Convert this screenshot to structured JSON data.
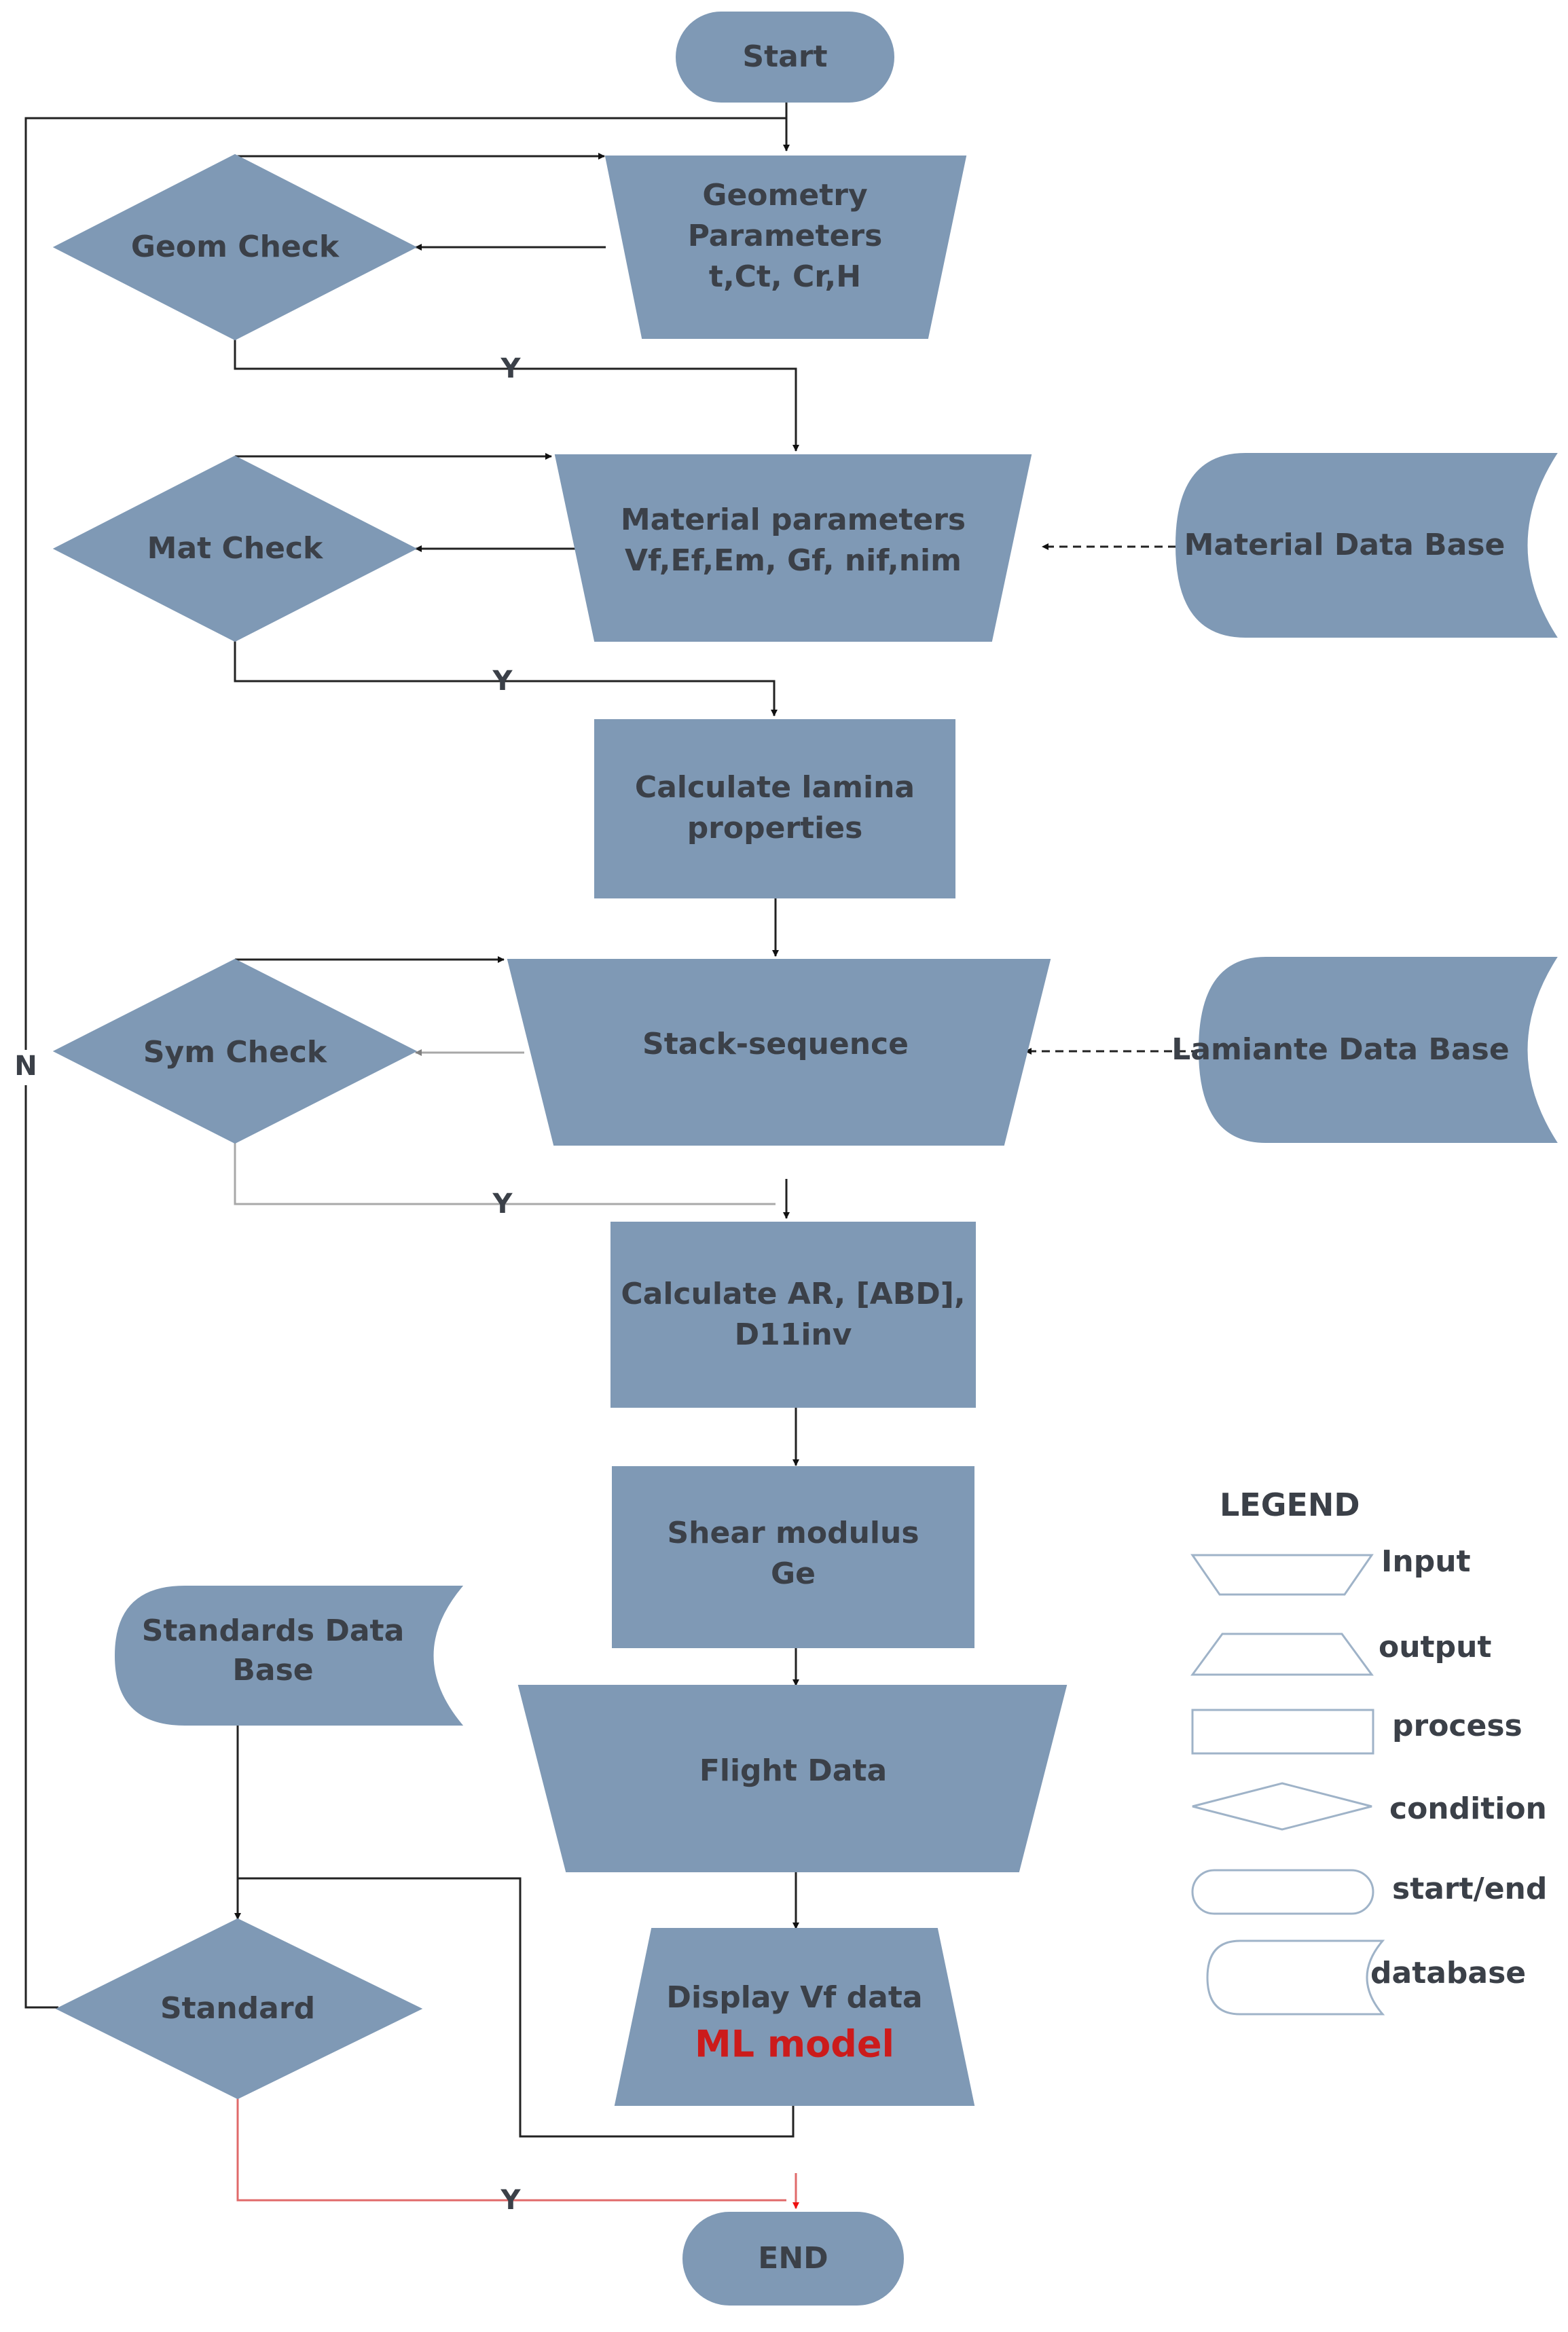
{
  "nodes": {
    "start": "Start",
    "geometry": [
      "Geometry",
      "Parameters",
      "t,Ct, Cr,H"
    ],
    "geom_check": "Geom Check",
    "material": [
      "Material parameters",
      "Vf,Ef,Em, Gf, nif,nim"
    ],
    "mat_check": "Mat Check",
    "material_db": "Material Data Base",
    "lamina": [
      "Calculate lamina",
      "properties"
    ],
    "stack": "Stack-sequence",
    "sym_check": "Sym Check",
    "laminate_db": "Lamiante Data Base",
    "abd": [
      "Calculate AR, [ABD],",
      "D11inv"
    ],
    "shear": [
      "Shear modulus",
      "Ge"
    ],
    "flight": "Flight Data",
    "standards_db": [
      "Standards Data",
      "Base"
    ],
    "standard": "Standard",
    "display": "Display Vf data",
    "ml_model": "ML model",
    "end": "END"
  },
  "edge_labels": {
    "yes": "Y",
    "no": "N"
  },
  "legend": {
    "title": "LEGEND",
    "items": [
      "Input",
      "output",
      "process",
      "condition",
      "start/end",
      "database"
    ]
  },
  "colors": {
    "shape_fill": "#7f99b5",
    "text": "#3b4048",
    "highlight": "#cc1b1b",
    "yes_path_final": "#e06a6a"
  }
}
